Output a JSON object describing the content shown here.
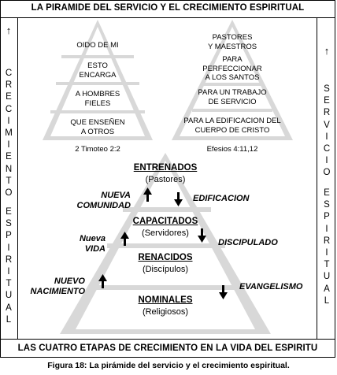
{
  "header_title": "LA PIRAMIDE DEL SERVICIO Y EL CRECIMIENTO ESPIRITUAL",
  "footer_title": "LAS CUATRO ETAPAS DE CRECIMIENTO EN LA VIDA DEL ESPIRITU",
  "caption": "Figura 18: La pirámide del servicio y el crecimiento espiritual.",
  "left_side": {
    "arrow": "↑",
    "word1": [
      "C",
      "R",
      "E",
      "C",
      "I",
      "M",
      "I",
      "E",
      "N",
      "T",
      "O"
    ],
    "word2": [
      "E",
      "S",
      "P",
      "I",
      "R",
      "I",
      "T",
      "U",
      "A",
      "L"
    ]
  },
  "right_side": {
    "arrow": "↑",
    "word1": [
      "S",
      "E",
      "R",
      "V",
      "I",
      "C",
      "I",
      "O"
    ],
    "word2": [
      "E",
      "S",
      "P",
      "I",
      "R",
      "I",
      "T",
      "U",
      "A",
      "L"
    ]
  },
  "left_pyramid": {
    "levels": [
      "OIDO DE MI",
      "ESTO\nENCARGA",
      "A HOMBRES\nFIELES",
      "QUE ENSEÑEN\nA OTROS"
    ],
    "reference": "2 Timoteo 2:2"
  },
  "right_pyramid": {
    "levels": [
      "PASTORES\nY MAESTROS",
      "PARA\nPERFECCIONAR\nA LOS SANTOS",
      "PARA UN TRABAJO\nDE SERVICIO",
      "PARA LA EDIFICACION DEL\nCUERPO DE CRISTO"
    ],
    "reference": "Efesios 4:11,12"
  },
  "main_pyramid": {
    "stages": [
      {
        "title": "ENTRENADOS",
        "subtitle": "(Pastores)"
      },
      {
        "title": "CAPACITADOS",
        "subtitle": "(Servidores)"
      },
      {
        "title": "RENACIDOS",
        "subtitle": "(Discípulos)"
      },
      {
        "title": "NOMINALES",
        "subtitle": "(Religiosos)"
      }
    ],
    "left_labels": [
      "NUEVA\nCOMUNIDAD",
      "Nueva\nVIDA",
      "NUEVO\nNACIMIENTO"
    ],
    "right_labels": [
      "EDIFICACION",
      "DISCIPULADO",
      "EVANGELISMO"
    ]
  }
}
